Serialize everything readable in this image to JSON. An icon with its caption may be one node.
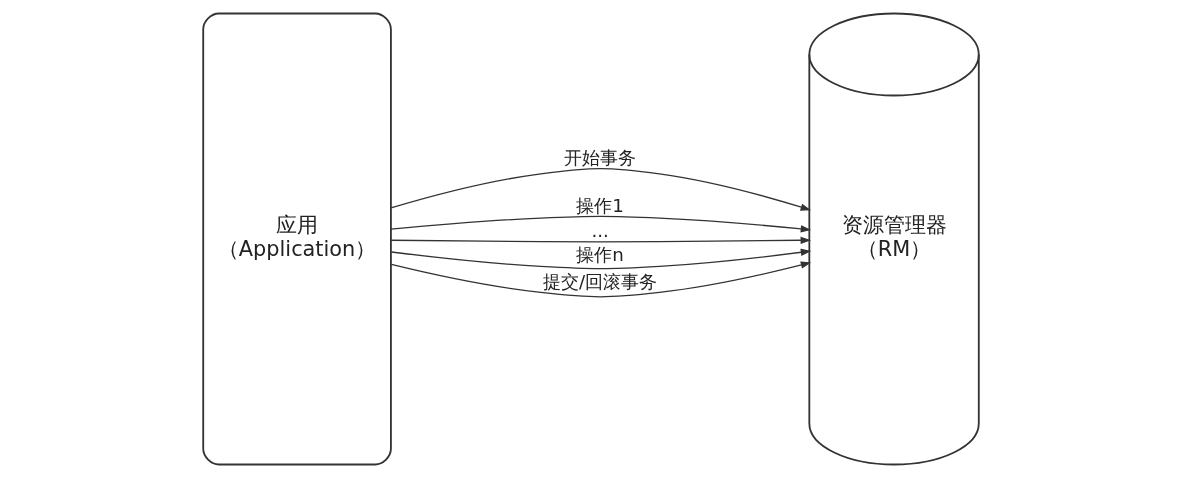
{
  "diagram": {
    "nodes": [
      {
        "text": [
          "应用",
          "（Application）"
        ]
      },
      {
        "text": [
          "资源管理器",
          "（RM）"
        ]
      }
    ],
    "edges": [
      {
        "from": 0,
        "to": 1,
        "arrow": "to",
        "label": "开始事务"
      },
      {
        "from": 0,
        "to": 1,
        "arrow": "to",
        "label": "操作1"
      },
      {
        "from": 0,
        "to": 1,
        "arrow": "to",
        "label": "..."
      },
      {
        "from": 0,
        "to": 1,
        "arrow": "to",
        "label": "操作n"
      },
      {
        "from": 0,
        "to": 1,
        "arrow": "to",
        "label": "提交/回滚事务"
      }
    ]
  }
}
